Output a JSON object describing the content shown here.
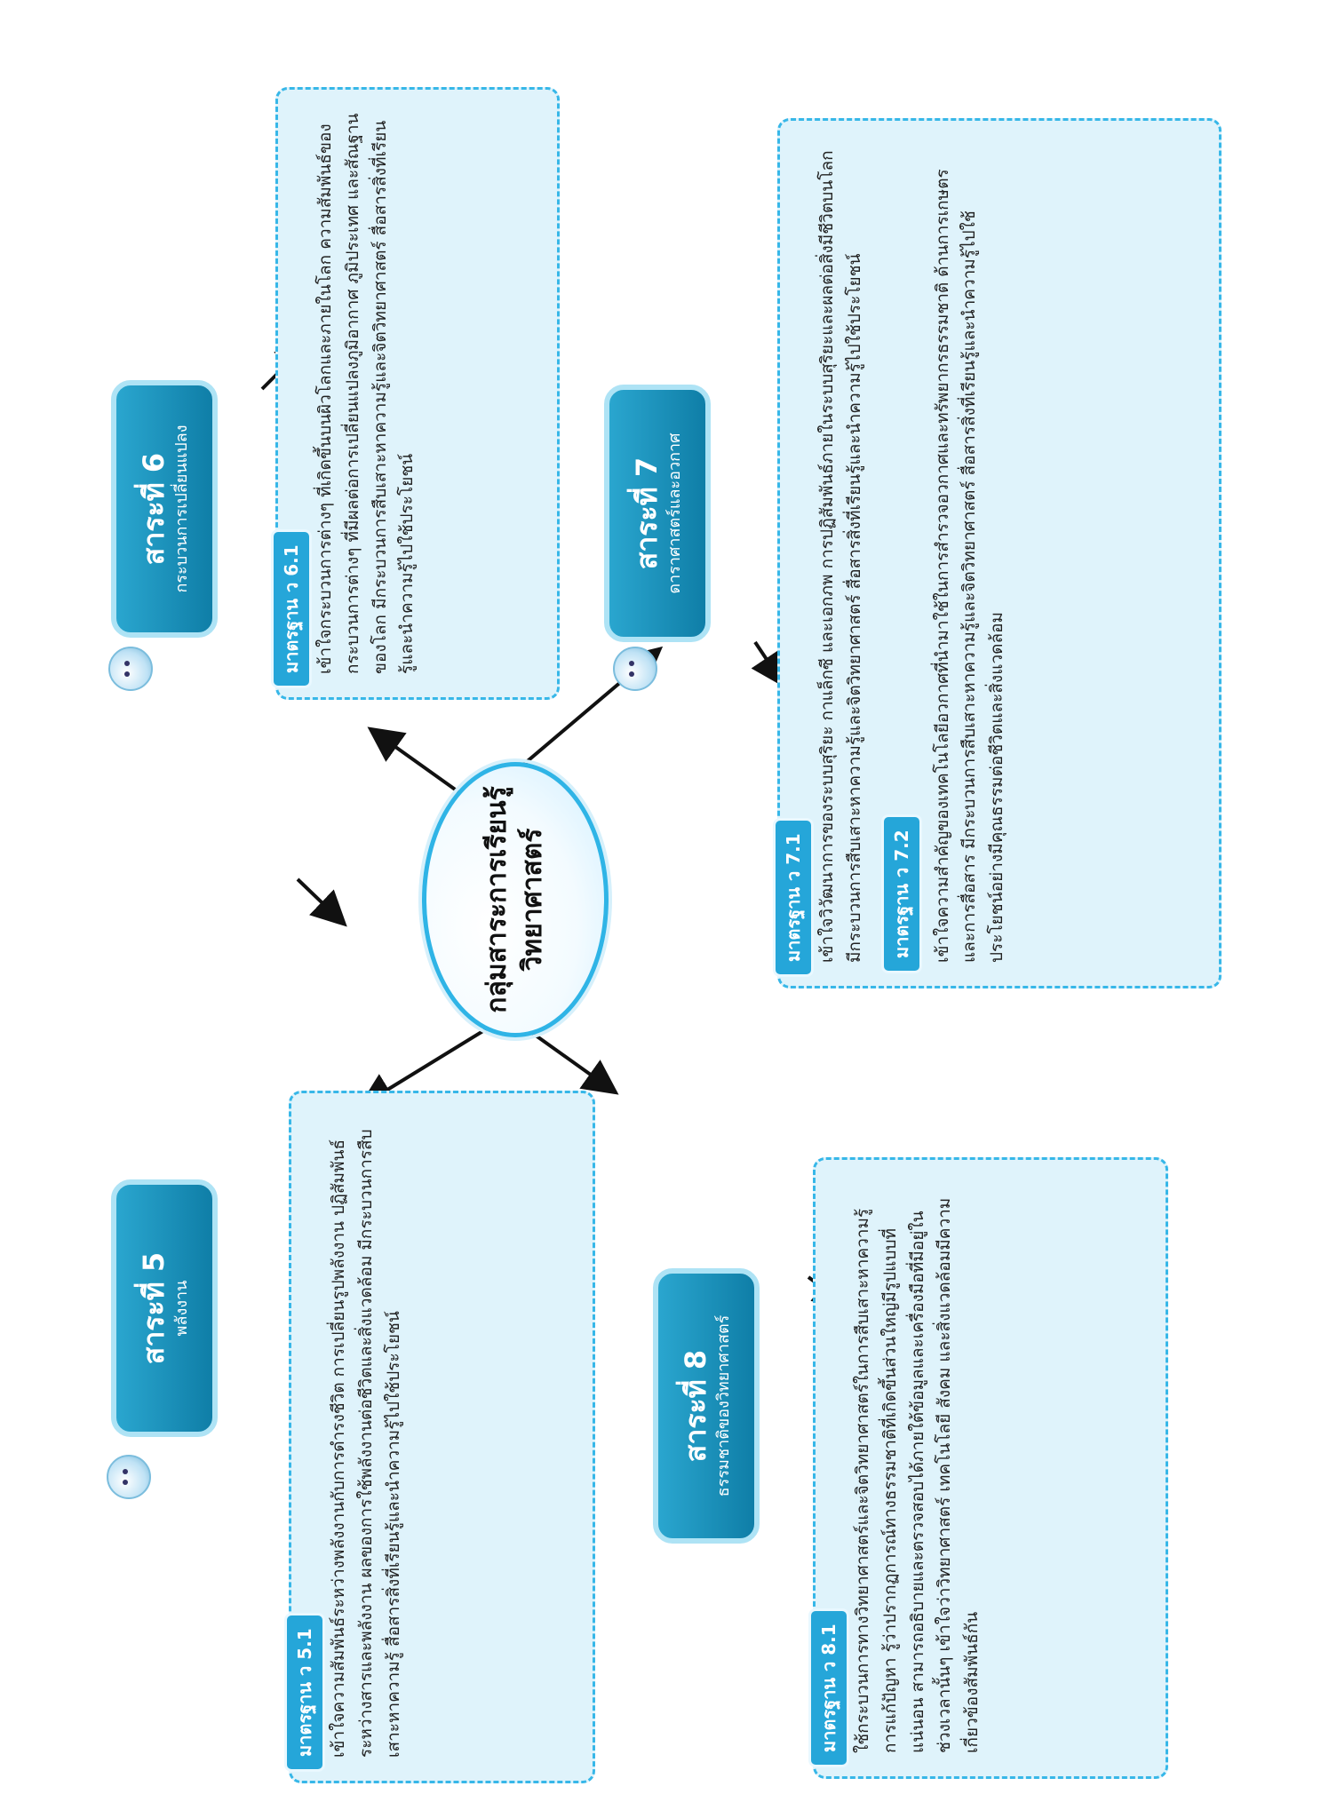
{
  "center": {
    "line1": "กลุ่มสาระการเรียนรู้",
    "line2": "วิทยาศาสตร์"
  },
  "strands": {
    "s5": {
      "title": "สาระที่ 5",
      "subtitle": "พลังงาน"
    },
    "s6": {
      "title": "สาระที่ 6",
      "subtitle": "กระบวนการเปลี่ยนแปลง"
    },
    "s7": {
      "title": "สาระที่ 7",
      "subtitle": "ดาราศาสตร์และอวกาศ"
    },
    "s8": {
      "title": "สาระที่ 8",
      "subtitle": "ธรรมชาติของวิทยาศาสตร์"
    }
  },
  "standards": {
    "s5_1": {
      "label": "มาตรฐาน ว 5.1",
      "text": "เข้าใจความสัมพันธ์ระหว่างพลังงานกับการดำรงชีวิต การเปลี่ยนรูปพลังงาน ปฏิสัมพันธ์ระหว่างสารและพลังงาน ผลของการใช้พลังงานต่อชีวิตและสิ่งแวดล้อม มีกระบวนการสืบเสาะหาความรู้ สื่อสารสิ่งที่เรียนรู้และนำความรู้ไปใช้ประโยชน์"
    },
    "s6_1": {
      "label": "มาตรฐาน ว 6.1",
      "text": "เข้าใจกระบวนการต่างๆ ที่เกิดขึ้นบนผิวโลกและภายในโลก ความสัมพันธ์ของกระบวนการต่างๆ ที่มีผลต่อการเปลี่ยนแปลงภูมิอากาศ ภูมิประเทศ และสัณฐานของโลก มีกระบวนการสืบเสาะหาความรู้และจิตวิทยาศาสตร์ สื่อสารสิ่งที่เรียนรู้และนำความรู้ไปใช้ประโยชน์"
    },
    "s7_1": {
      "label": "มาตรฐาน ว 7.1",
      "text": "เข้าใจวิวัฒนาการของระบบสุริยะ กาแล็กซี และเอกภพ การปฏิสัมพันธ์ภายในระบบสุริยะและผลต่อสิ่งมีชีวิตบนโลก มีกระบวนการสืบเสาะหาความรู้และจิตวิทยาศาสตร์ สื่อสารสิ่งที่เรียนรู้และนำความรู้ไปใช้ประโยชน์"
    },
    "s7_2": {
      "label": "มาตรฐาน ว 7.2",
      "text": "เข้าใจความสำคัญของเทคโนโลยีอวกาศที่นำมาใช้ในการสำรวจอวกาศและทรัพยากรธรรมชาติ ด้านการเกษตรและการสื่อสาร มีกระบวนการสืบเสาะหาความรู้และจิตวิทยาศาสตร์ สื่อสารสิ่งที่เรียนรู้และนำความรู้ไปใช้ประโยชน์อย่างมีคุณธรรมต่อชีวิตและสิ่งแวดล้อม"
    },
    "s8_1": {
      "label": "มาตรฐาน ว 8.1",
      "text": "ใช้กระบวนการทางวิทยาศาสตร์และจิตวิทยาศาสตร์ในการสืบเสาะหาความรู้ การแก้ปัญหา รู้ว่าปรากฏการณ์ทางธรรมชาติที่เกิดขึ้นส่วนใหญ่มีรูปแบบที่แน่นอน สามารถอธิบายและตรวจสอบได้ภายใต้ข้อมูลและเครื่องมือที่มีอยู่ในช่วงเวลานั้นๆ เข้าใจว่าวิทยาศาสตร์ เทคโนโลยี สังคม และสิ่งแวดล้อมมีความเกี่ยวข้องสัมพันธ์กัน"
    }
  }
}
